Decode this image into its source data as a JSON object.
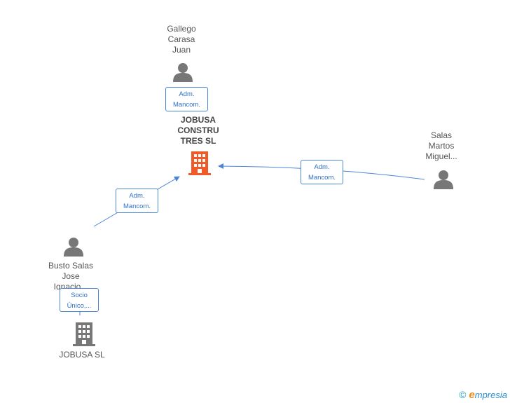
{
  "nodes": {
    "gallego": {
      "name": "Gallego\nCarasa\nJuan",
      "icon": "person-icon"
    },
    "salas": {
      "name": "Salas\nMartos\nMiguel...",
      "icon": "person-icon"
    },
    "busto": {
      "name": "Busto Salas\nJose\nIgnacio...",
      "icon": "person-icon"
    },
    "jobusa_construtres": {
      "name": "JOBUSA\nCONSTRU\nTRES SL",
      "icon": "building-icon",
      "color": "#f05a28"
    },
    "jobusa": {
      "name": "JOBUSA SL",
      "icon": "building-icon",
      "color": "#777777"
    }
  },
  "edges": {
    "gallego_to_main": {
      "label": "Adm.\nMancom."
    },
    "salas_to_main": {
      "label": "Adm.\nMancom."
    },
    "busto_to_main": {
      "label": "Adm.\nMancom."
    },
    "busto_to_jobusa": {
      "label": "Socio\nÚnico,..."
    }
  },
  "colors": {
    "edge": "#4a86d8",
    "person": "#777777",
    "main_company": "#f05a28",
    "company": "#777777"
  },
  "footer": {
    "copyright_symbol": "©",
    "brand_initial": "e",
    "brand_rest": "mpresia"
  }
}
